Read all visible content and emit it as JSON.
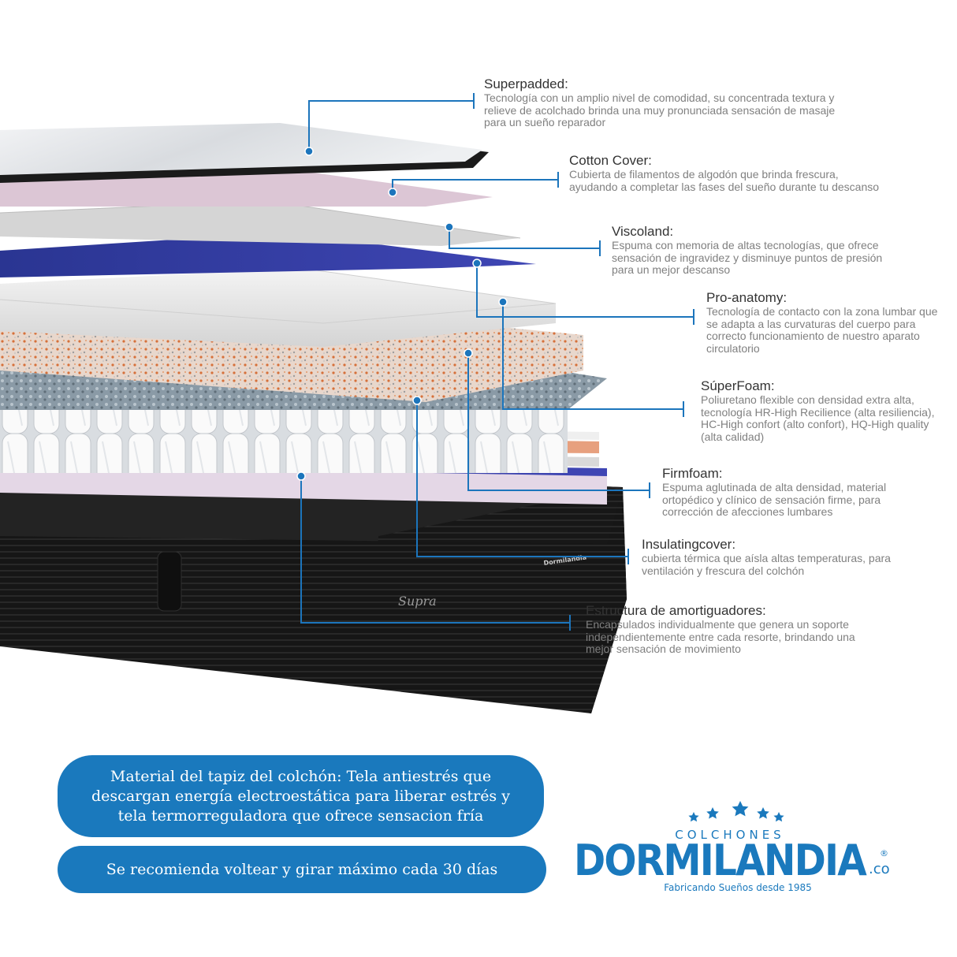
{
  "callouts": [
    {
      "title": "Superpadded:",
      "description": "Tecnología con un amplio nivel de comodidad, su concentrada textura y relieve de acolchado brinda una muy pronunciada sensación de masaje para un sueño reparador"
    },
    {
      "title": "Cotton Cover:",
      "description": "Cubierta de filamentos de algodón que brinda frescura, ayudando a completar las fases del sueño durante tu descanso"
    },
    {
      "title": "Viscoland:",
      "description": "Espuma con memoria de altas tecnologías, que ofrece sensación de ingravidez y disminuye puntos de presión para un mejor descanso"
    },
    {
      "title": "Pro-anatomy:",
      "description": "Tecnología de contacto con la zona lumbar que se adapta a las curvaturas del cuerpo para correcto funcionamiento de nuestro aparato circulatorio"
    },
    {
      "title": "SúperFoam:",
      "description": "Poliuretano flexible con densidad extra alta, tecnología HR-High Recilience (alta resiliencia), HC-High confort (alto confort), HQ-High quality (alta calidad)"
    },
    {
      "title": "Firmfoam:",
      "description": "Espuma aglutinada de alta densidad, material ortopédico y clínico de sensación firme, para corrección de afecciones lumbares"
    },
    {
      "title": "Insulatingcover:",
      "description": "cubierta térmica que aísla altas temperaturas, para ventilación y frescura del colchón"
    },
    {
      "title": "Estructura de amortiguadores:",
      "description": "Encapsulados individualmente que genera un soporte independientemente entre cada resorte, brindando una mejor sensación de movimiento"
    }
  ],
  "mattress": {
    "brand_label": "Supra",
    "side_logo": "Dormilandia"
  },
  "banners": {
    "material": "Material del tapiz del colchón: Tela antiestrés que descargan energía electroestática para liberar estrés y tela termorreguladora que ofrece sensacion fría",
    "turn": "Se recomienda voltear y girar máximo cada 30 días"
  },
  "logo": {
    "top": "COLCHONES",
    "name": "DORMILANDIA",
    "suffix": ".co",
    "registered": "®",
    "tagline": "Fabricando Sueños desde 1985"
  },
  "colors": {
    "accent": "#1a79bd",
    "line": "#1c75bc",
    "mattress_base": "#151515"
  },
  "icons": [
    "star-icon"
  ]
}
